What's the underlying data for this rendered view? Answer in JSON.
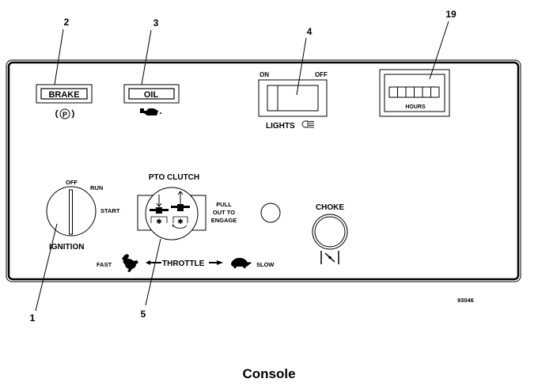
{
  "figure": {
    "caption": "Console",
    "figure_id": "93046"
  },
  "callouts": [
    {
      "number": "1",
      "target": "ignition-switch"
    },
    {
      "number": "2",
      "target": "brake-indicator"
    },
    {
      "number": "3",
      "target": "oil-indicator"
    },
    {
      "number": "4",
      "target": "lights-switch"
    },
    {
      "number": "5",
      "target": "pto-clutch"
    },
    {
      "number": "19",
      "target": "hour-meter"
    }
  ],
  "indicators": {
    "brake": {
      "label": "BRAKE",
      "icon": "parking-brake-icon",
      "icon_text": "P"
    },
    "oil": {
      "label": "OIL",
      "icon": "oil-can-icon"
    }
  },
  "lights": {
    "on_label": "ON",
    "off_label": "OFF",
    "label": "LIGHTS",
    "icon": "headlight-icon"
  },
  "hour_meter": {
    "label": "HOURS",
    "digit_cells": 6
  },
  "ignition": {
    "label": "IGNITION",
    "positions": [
      "OFF",
      "RUN",
      "START"
    ]
  },
  "pto": {
    "label": "PTO CLUTCH",
    "instruction_lines": [
      "PULL",
      "OUT TO",
      "ENGAGE"
    ]
  },
  "throttle": {
    "label": "THROTTLE",
    "fast_label": "FAST",
    "slow_label": "SLOW",
    "fast_icon": "rabbit-icon",
    "slow_icon": "turtle-icon"
  },
  "choke": {
    "label": "CHOKE",
    "icon": "choke-valve-icon"
  }
}
